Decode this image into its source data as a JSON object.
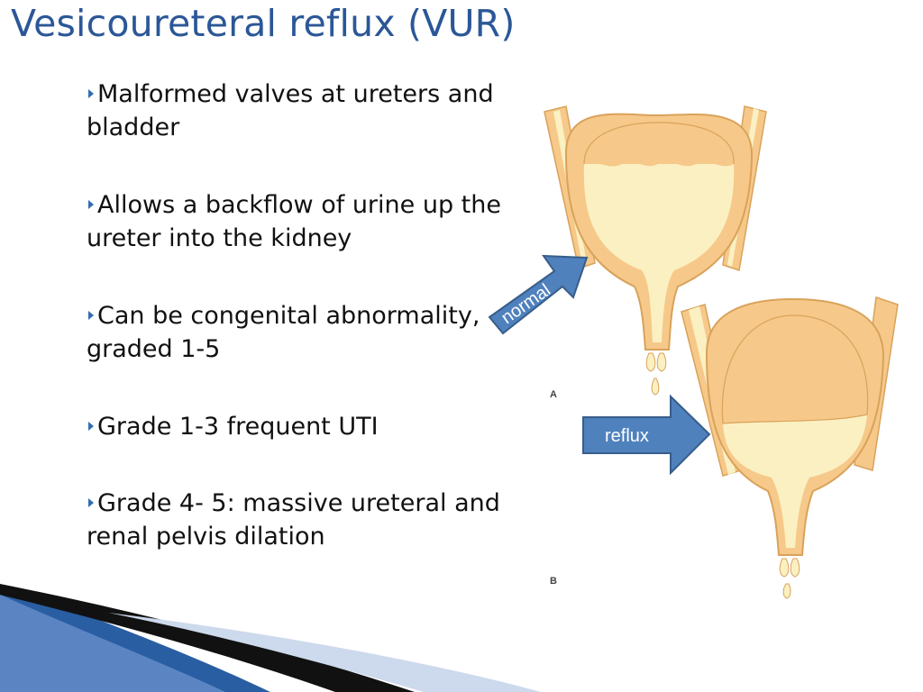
{
  "slide": {
    "title": "Vesicoureteral reflux (VUR)",
    "bullets": [
      "Malformed valves at ureters and bladder",
      "Allows a backflow of urine up the ureter into the kidney",
      "Can be congenital abnormality, graded 1-5",
      "Grade 1-3 frequent UTI",
      "Grade 4- 5: massive ureteral and renal pelvis dilation"
    ]
  },
  "figure": {
    "arrow_normal_label": "normal",
    "arrow_reflux_label": "reflux",
    "panel_a_label": "A",
    "panel_b_label": "B"
  },
  "colors": {
    "title": "#2b5797",
    "bullet_marker": "#2f6eb5",
    "arrow_fill": "#4f81bd",
    "arrow_stroke": "#385d8a",
    "bladder_wall": "#f6c98a",
    "bladder_outline": "#d9a25a",
    "urine": "#fbf0c2",
    "footer_blue_dark": "#1f4f8f",
    "footer_blue_light": "#a9c2e4"
  }
}
